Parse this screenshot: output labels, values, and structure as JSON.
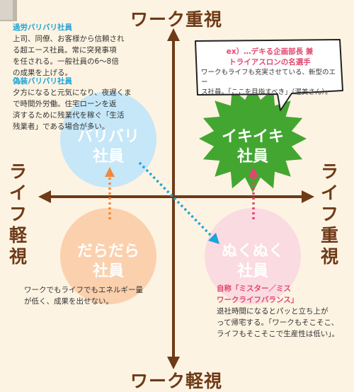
{
  "axes": {
    "top": "ワーク重視",
    "bottom": "ワーク軽視",
    "left": "ライフ軽視",
    "right": "ライフ重視"
  },
  "quadrants": {
    "top_left": {
      "label_line1": "バリバリ",
      "label_line2": "社員",
      "color": "#c5e7f8"
    },
    "top_right": {
      "label_line1": "イキイキ",
      "label_line2": "社員",
      "color": "#43a631"
    },
    "bottom_left": {
      "label_line1": "だらだら",
      "label_line2": "社員",
      "color": "#fbd0ad"
    },
    "bottom_right": {
      "label_line1": "ぬくぬく",
      "label_line2": "社員",
      "color": "#fadbe1"
    }
  },
  "notes": {
    "karou": {
      "title": "過労バリバリ社員",
      "lines": [
        "上司、同僚、お客様から信頼され",
        "る超エース社員。常に突発事項",
        "を任される。一般社員の6～8倍",
        "の成果を上げる。"
      ]
    },
    "gisou": {
      "title": "偽装バリバリ社員",
      "lines": [
        "夕方になると元気になり、夜遅くま",
        "で時間外労働。住宅ローンを返",
        "済するために残業代を稼ぐ「生活",
        "残業者」である場合が多い。"
      ]
    },
    "ikiiki": {
      "title_line1": "ex）…デキる企画部長 兼",
      "title_line2": "トライアスロンの名選手",
      "lines": [
        "ワークもライフも充実させている、新型のエー",
        "ス社員。「ここを目指すべき」（渥美さん）。"
      ]
    },
    "daradara": {
      "lines": [
        "ワークでもライフでもエネルギー量",
        "が低く、成果を出せない。"
      ]
    },
    "nukunuku": {
      "title_lines": [
        "自称「ミスター／ミス",
        "ワークライフバランス」"
      ],
      "lines": [
        "退社時間になるとパッと立ち上が",
        "って帰宅する。「ワークもそこそこ、",
        "ライフもそこそこで生産性は低い」。"
      ]
    }
  },
  "colors": {
    "axis": "#6e3a17",
    "blue_accent": "#1ba4d9",
    "pink_accent": "#e0486e",
    "orange_accent": "#f08a3a",
    "background": "#fdf3e2"
  }
}
